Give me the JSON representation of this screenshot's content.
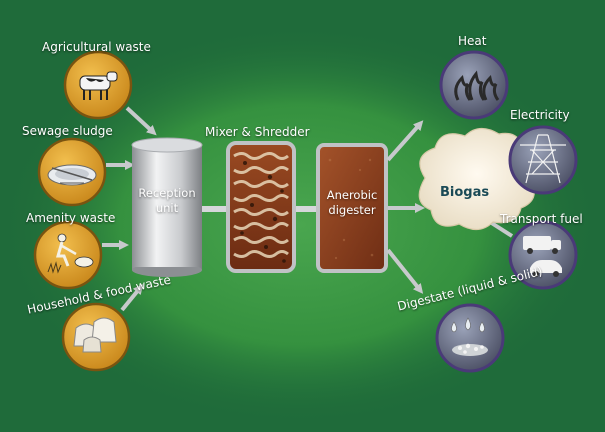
{
  "inputs": {
    "agricultural": "Agricultural waste",
    "sewage": "Sewage sludge",
    "amenity": "Amenity waste",
    "household": "Household & food waste"
  },
  "process": {
    "reception_line1": "Reception",
    "reception_line2": "unit",
    "mixer": "Mixer & Shredder",
    "digester_line1": "Anerobic",
    "digester_line2": "digester"
  },
  "outputs": {
    "biogas": "Biogas",
    "heat": "Heat",
    "electricity": "Electricity",
    "transport": "Transport fuel",
    "digestate": "Digestate (liquid & solid)"
  },
  "colors": {
    "background": "#1f6b3a",
    "glow": "#3c9a45",
    "input_circle": "#e0a02a",
    "output_circle": "#6a4f8e",
    "arrow": "#c7c9cc",
    "digester": "#8a3c1c"
  }
}
